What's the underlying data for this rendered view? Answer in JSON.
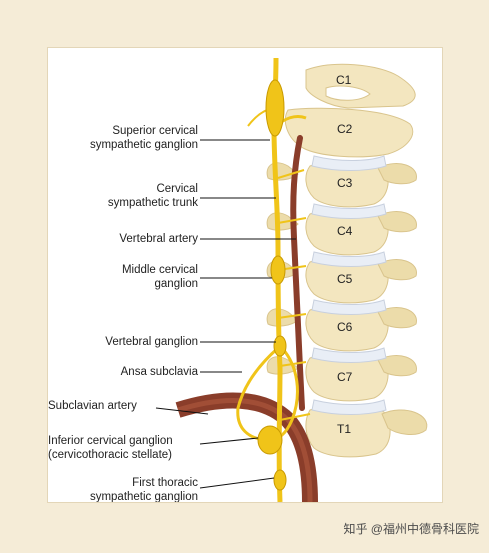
{
  "labels": {
    "superior_cervical": [
      "Superior cervical",
      "sympathetic ganglion"
    ],
    "cervical_trunk": [
      "Cervical",
      "sympathetic trunk"
    ],
    "vertebral_artery": "Vertebral artery",
    "middle_cervical": [
      "Middle cervical",
      "ganglion"
    ],
    "vertebral_ganglion": "Vertebral ganglion",
    "ansa_subclavia": "Ansa subclavia",
    "subclavian_artery": "Subclavian artery",
    "inferior_cervical": [
      "Inferior cervical ganglion",
      "(cervicothoracic stellate)"
    ],
    "first_thoracic": [
      "First thoracic",
      "sympathetic ganglion"
    ]
  },
  "vertebrae": [
    "C1",
    "C2",
    "C3",
    "C4",
    "C5",
    "C6",
    "C7",
    "T1"
  ],
  "watermark": "知乎 @福州中德骨科医院",
  "colors": {
    "bone": "#f3e6bf",
    "bone_shadow": "#d9c48c",
    "disc": "#e9eef6",
    "nerve": "#f0c419",
    "artery": "#8a3d2a"
  }
}
